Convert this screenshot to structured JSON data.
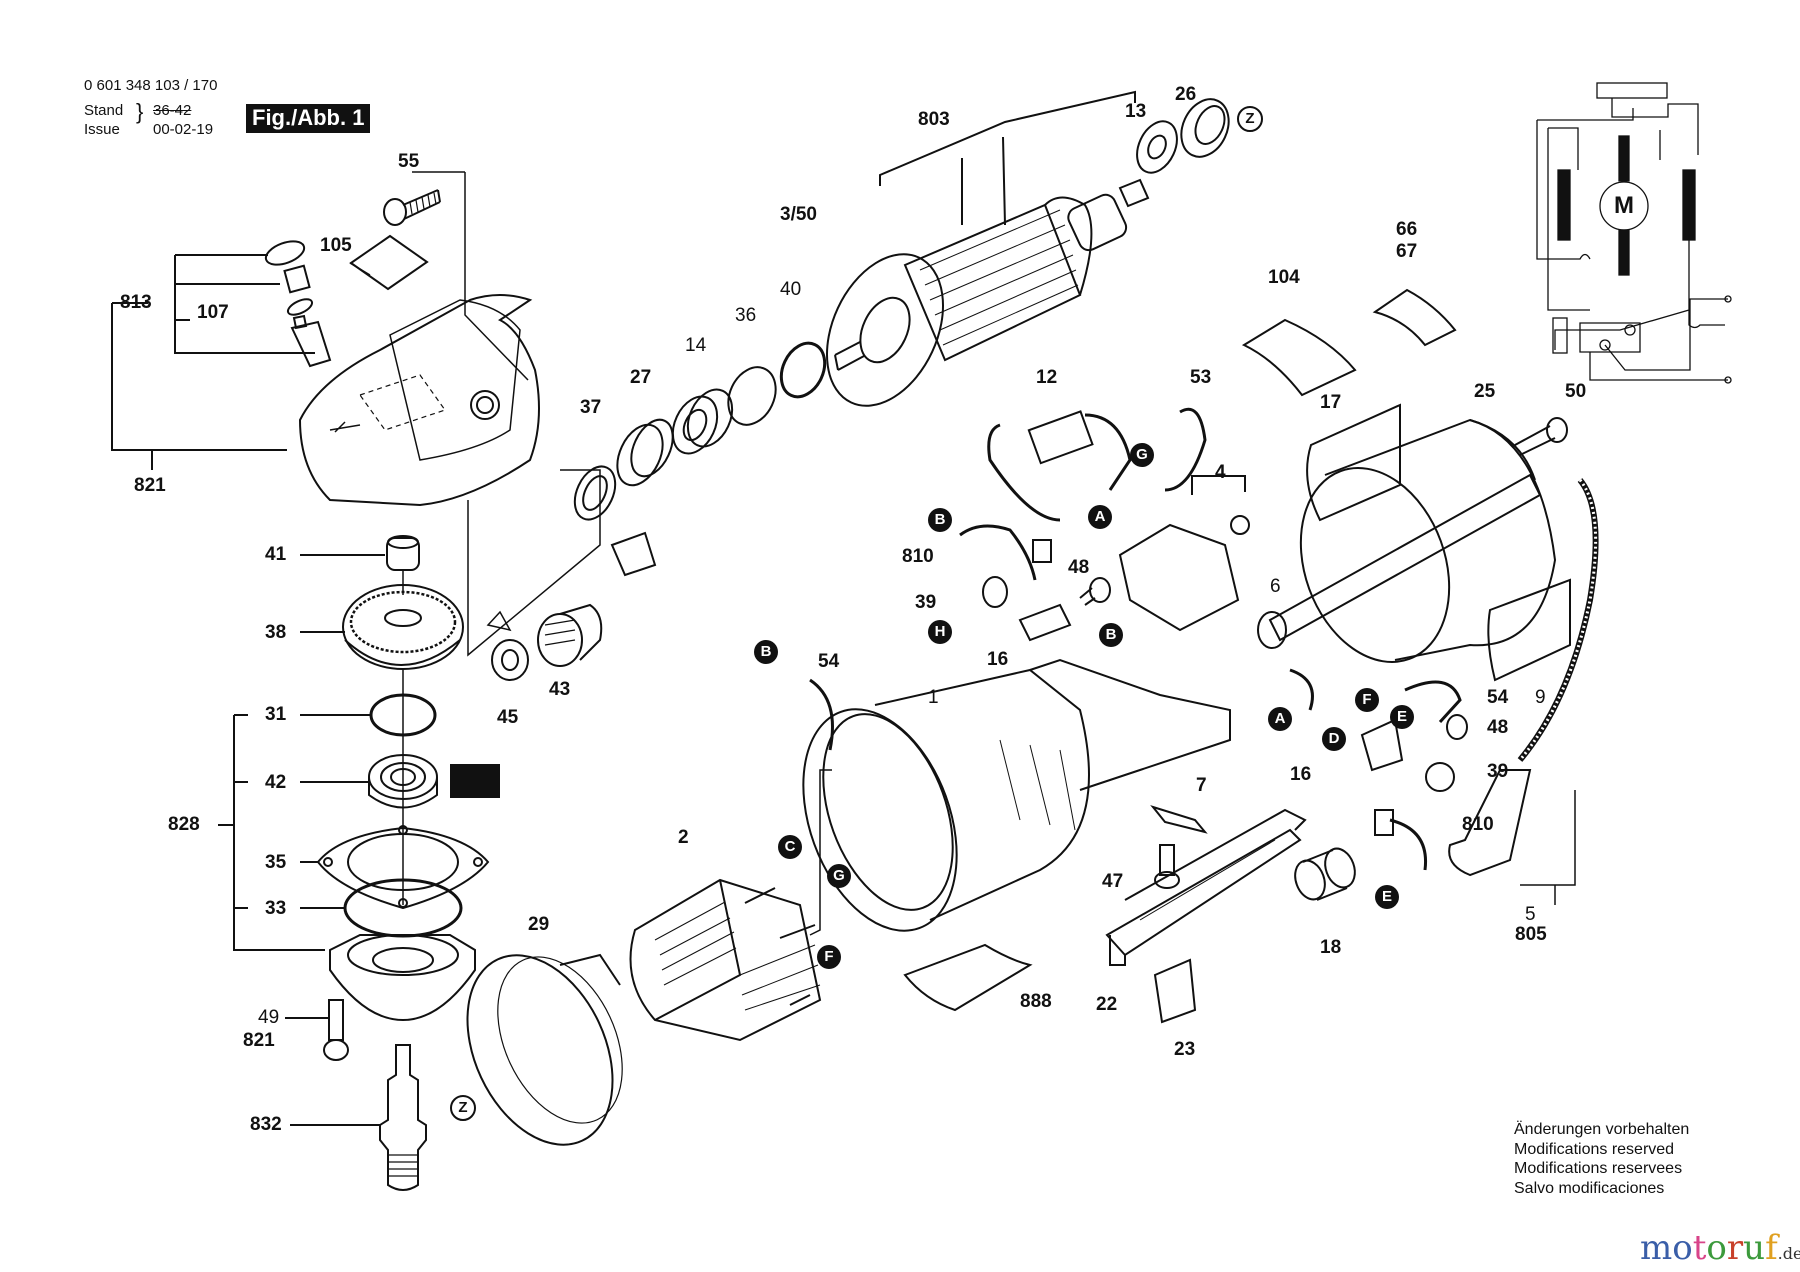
{
  "header": {
    "part_number": "0 601 348 103 / 170",
    "stand_label": "Stand",
    "issue_label": "Issue",
    "stand_value_struck": "36-42",
    "issue_date": "00-02-19",
    "figure_label": "Fig./Abb. 1"
  },
  "part_labels": [
    {
      "id": "55",
      "text": "55"
    },
    {
      "id": "105",
      "text": "105"
    },
    {
      "id": "813",
      "text": "813"
    },
    {
      "id": "107",
      "text": "107"
    },
    {
      "id": "821a",
      "text": "821"
    },
    {
      "id": "41",
      "text": "41"
    },
    {
      "id": "38",
      "text": "38"
    },
    {
      "id": "31",
      "text": "31"
    },
    {
      "id": "42",
      "text": "42"
    },
    {
      "id": "828",
      "text": "828"
    },
    {
      "id": "35",
      "text": "35"
    },
    {
      "id": "33",
      "text": "33"
    },
    {
      "id": "49",
      "text": "49"
    },
    {
      "id": "821b",
      "text": "821"
    },
    {
      "id": "832",
      "text": "832"
    },
    {
      "id": "45",
      "text": "45"
    },
    {
      "id": "43",
      "text": "43"
    },
    {
      "id": "37",
      "text": "37"
    },
    {
      "id": "27",
      "text": "27"
    },
    {
      "id": "14",
      "text": "14"
    },
    {
      "id": "36",
      "text": "36"
    },
    {
      "id": "40",
      "text": "40"
    },
    {
      "id": "3_50",
      "text": "3/50"
    },
    {
      "id": "803",
      "text": "803"
    },
    {
      "id": "13",
      "text": "13"
    },
    {
      "id": "26",
      "text": "26"
    },
    {
      "id": "29",
      "text": "29"
    },
    {
      "id": "2",
      "text": "2"
    },
    {
      "id": "54a",
      "text": "54"
    },
    {
      "id": "1",
      "text": "1"
    },
    {
      "id": "888",
      "text": "888"
    },
    {
      "id": "22",
      "text": "22"
    },
    {
      "id": "23",
      "text": "23"
    },
    {
      "id": "47",
      "text": "47"
    },
    {
      "id": "7",
      "text": "7"
    },
    {
      "id": "18",
      "text": "18"
    },
    {
      "id": "12",
      "text": "12"
    },
    {
      "id": "53",
      "text": "53"
    },
    {
      "id": "4",
      "text": "4"
    },
    {
      "id": "810a",
      "text": "810"
    },
    {
      "id": "48a",
      "text": "48"
    },
    {
      "id": "39a",
      "text": "39"
    },
    {
      "id": "16a",
      "text": "16"
    },
    {
      "id": "6",
      "text": "6"
    },
    {
      "id": "104",
      "text": "104"
    },
    {
      "id": "66",
      "text": "66"
    },
    {
      "id": "67",
      "text": "67"
    },
    {
      "id": "17",
      "text": "17"
    },
    {
      "id": "25",
      "text": "25"
    },
    {
      "id": "50",
      "text": "50"
    },
    {
      "id": "9",
      "text": "9"
    },
    {
      "id": "54b",
      "text": "54"
    },
    {
      "id": "48b",
      "text": "48"
    },
    {
      "id": "16b",
      "text": "16"
    },
    {
      "id": "39b",
      "text": "39"
    },
    {
      "id": "810b",
      "text": "810"
    },
    {
      "id": "5",
      "text": "5"
    },
    {
      "id": "805",
      "text": "805"
    }
  ],
  "connector_markers": [
    {
      "id": "Z1",
      "text": "Z"
    },
    {
      "id": "Z2",
      "text": "Z"
    },
    {
      "id": "A1",
      "text": "A"
    },
    {
      "id": "A2",
      "text": "A"
    },
    {
      "id": "B1",
      "text": "B"
    },
    {
      "id": "B2",
      "text": "B"
    },
    {
      "id": "B3",
      "text": "B"
    },
    {
      "id": "C1",
      "text": "C"
    },
    {
      "id": "D1",
      "text": "D"
    },
    {
      "id": "E1",
      "text": "E"
    },
    {
      "id": "E2",
      "text": "E"
    },
    {
      "id": "F1",
      "text": "F"
    },
    {
      "id": "F2",
      "text": "F"
    },
    {
      "id": "G1",
      "text": "G"
    },
    {
      "id": "G2",
      "text": "G"
    },
    {
      "id": "H1",
      "text": "H"
    }
  ],
  "schematic": {
    "motor_label": "M"
  },
  "disclaimer": [
    "Änderungen vorbehalten",
    "Modifications reserved",
    "Modifications reservees",
    "Salvo modificaciones"
  ],
  "watermark": {
    "letters": [
      {
        "ch": "m",
        "color": "#3a5ea8"
      },
      {
        "ch": "o",
        "color": "#3a5ea8"
      },
      {
        "ch": "t",
        "color": "#d8448a"
      },
      {
        "ch": "o",
        "color": "#3c9a3c"
      },
      {
        "ch": "r",
        "color": "#c8402a"
      },
      {
        "ch": "u",
        "color": "#3c9a3c"
      },
      {
        "ch": "f",
        "color": "#e0a020"
      }
    ],
    "tld": ".de"
  }
}
